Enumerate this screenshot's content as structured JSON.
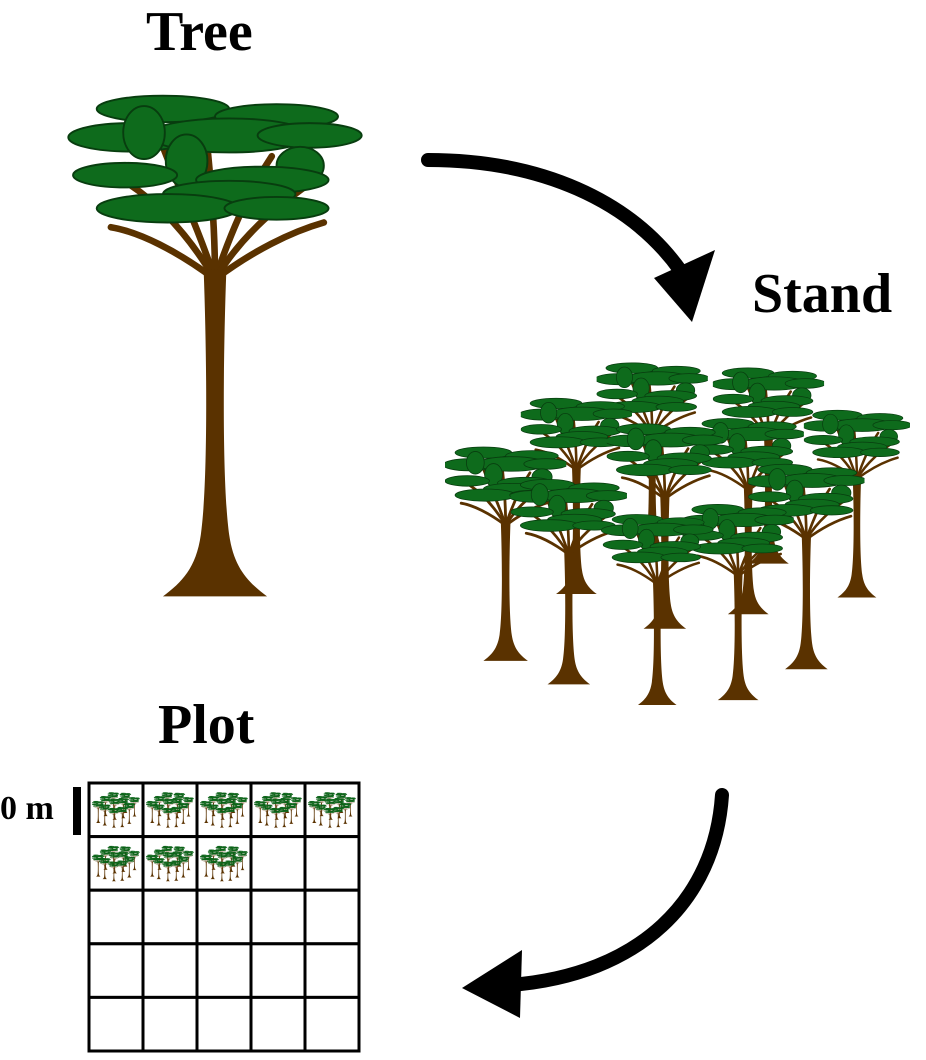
{
  "labels": {
    "tree": "Tree",
    "stand": "Stand",
    "plot": "Plot",
    "scale": "0 m"
  },
  "plot_grid": {
    "rows": 5,
    "cols": 5,
    "filled_cells": 8
  },
  "colors": {
    "foliage": "#0e6b1c",
    "foliage_outline": "#083d0f",
    "trunk": "#5a3200",
    "ink": "#000000"
  },
  "icons": [
    "tree-icon",
    "stand-icon",
    "arrow-icon"
  ]
}
